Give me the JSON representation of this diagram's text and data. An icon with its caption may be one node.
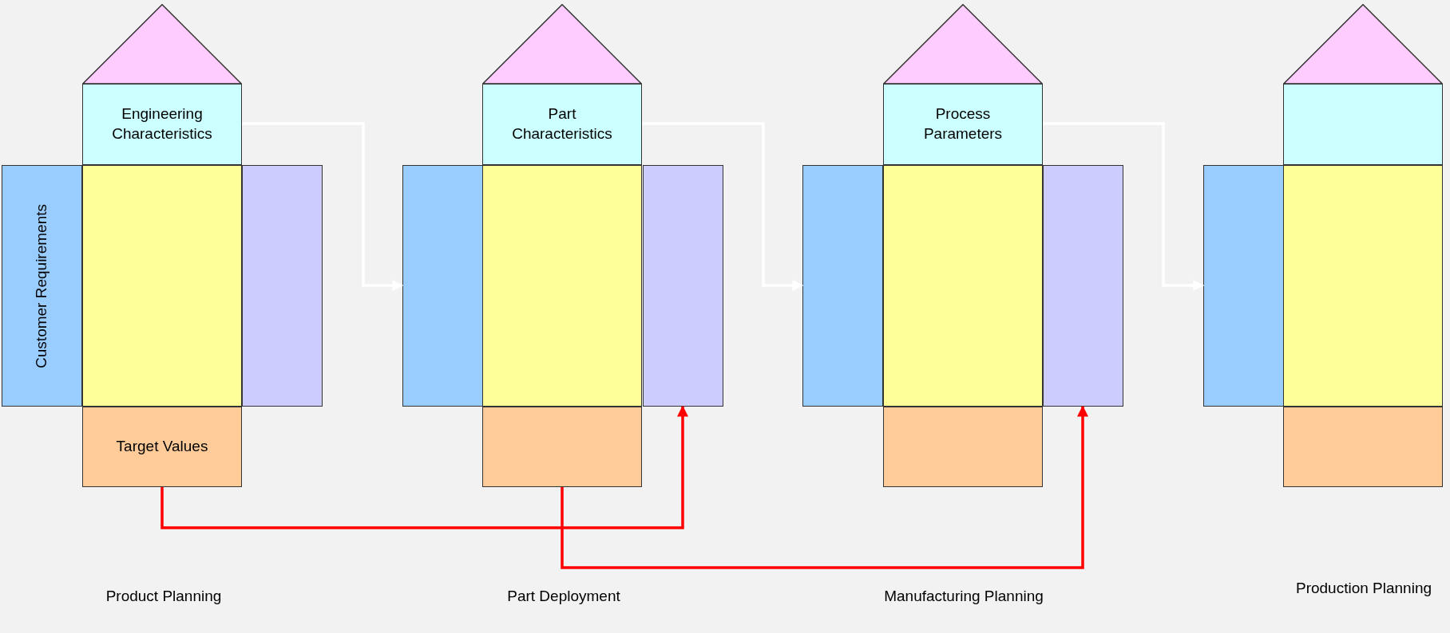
{
  "diagram": {
    "nodes": [
      {
        "text": [],
        "shape": "triangle"
      },
      {
        "text": [
          "Engineering Characteristics"
        ]
      },
      {
        "text": [
          "Customer Requirements"
        ]
      },
      {
        "text": [],
        "shape": "box"
      },
      {
        "text": [],
        "shape": "box"
      },
      {
        "text": [
          "Target Values"
        ]
      },
      {
        "text": [],
        "shape": "triangle"
      },
      {
        "text": [
          "Part Characteristics"
        ]
      },
      {
        "text": [],
        "shape": "box"
      },
      {
        "text": [],
        "shape": "box"
      },
      {
        "text": [],
        "shape": "box"
      },
      {
        "text": [],
        "shape": "box"
      },
      {
        "text": [],
        "shape": "triangle"
      },
      {
        "text": [
          "Process Parameters"
        ]
      },
      {
        "text": [],
        "shape": "box"
      },
      {
        "text": [],
        "shape": "box"
      },
      {
        "text": [],
        "shape": "box"
      },
      {
        "text": [],
        "shape": "box"
      },
      {
        "text": [],
        "shape": "triangle"
      },
      {
        "text": [],
        "shape": "box"
      },
      {
        "text": [],
        "shape": "box"
      },
      {
        "text": [],
        "shape": "box"
      },
      {
        "text": [],
        "shape": "box"
      }
    ],
    "edges": [
      {
        "from": 1,
        "to": 8,
        "arrow": "to",
        "color": "#ffffff"
      },
      {
        "from": 5,
        "to": 10,
        "arrow": "to",
        "color": "#ff0000"
      },
      {
        "from": 7,
        "to": 14,
        "arrow": "to",
        "color": "#ffffff"
      },
      {
        "from": 11,
        "to": 16,
        "arrow": "to",
        "color": "#ff0000"
      },
      {
        "from": 13,
        "to": 20,
        "arrow": "to",
        "color": "#ffffff"
      }
    ],
    "labels": [
      "Product Planning",
      "Part Deployment",
      "Manufacturing Planning",
      "Production Planning"
    ]
  }
}
